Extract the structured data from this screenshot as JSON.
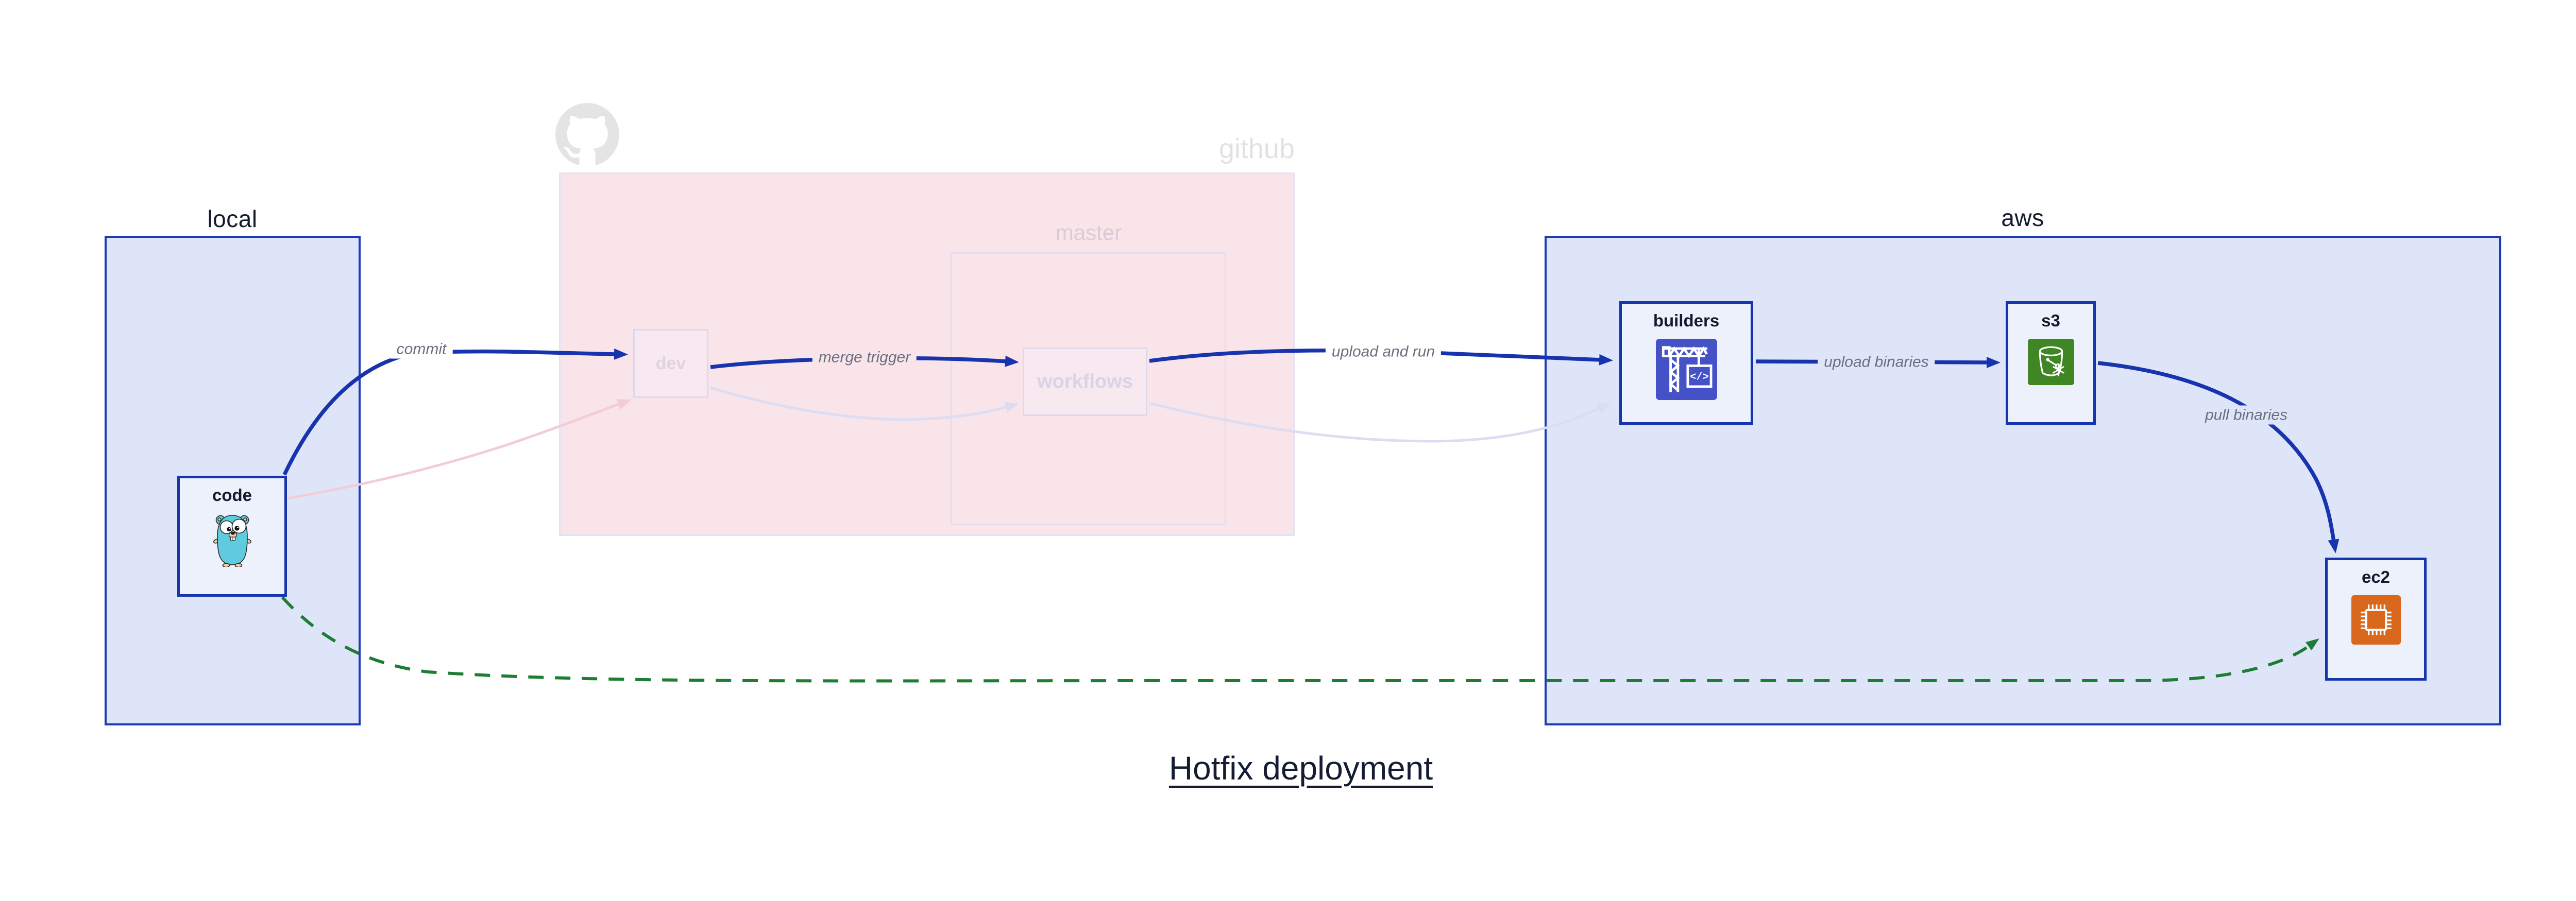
{
  "title": "Hotfix deployment",
  "clusters": {
    "local": {
      "label": "local"
    },
    "github": {
      "label": "github"
    },
    "master": {
      "label": "master"
    },
    "aws": {
      "label": "aws"
    }
  },
  "nodes": {
    "code": {
      "label": "code",
      "icon": "go-gopher"
    },
    "dev": {
      "label": "dev"
    },
    "workflows": {
      "label": "workflows"
    },
    "builders": {
      "label": "builders",
      "icon": "aws-codebuild"
    },
    "s3": {
      "label": "s3",
      "icon": "aws-s3-bucket-snowflake"
    },
    "ec2": {
      "label": "ec2",
      "icon": "aws-ec2-chip"
    }
  },
  "edges": [
    {
      "from": "code",
      "to": "dev",
      "label": "commit",
      "state": "active"
    },
    {
      "from": "dev",
      "to": "workflows",
      "label": "merge trigger",
      "state": "active"
    },
    {
      "from": "workflows",
      "to": "builders",
      "label": "upload and run",
      "state": "active"
    },
    {
      "from": "builders",
      "to": "s3",
      "label": "upload binaries",
      "state": "active"
    },
    {
      "from": "s3",
      "to": "ec2",
      "label": "pull binaries",
      "state": "active"
    },
    {
      "from": "code",
      "to": "dev",
      "label": "",
      "state": "faded"
    },
    {
      "from": "dev",
      "to": "workflows",
      "label": "",
      "state": "faded"
    },
    {
      "from": "workflows",
      "to": "builders",
      "label": "",
      "state": "faded"
    },
    {
      "from": "code",
      "to": "ec2",
      "label": "",
      "state": "hotfix-dashed"
    }
  ],
  "icons": {
    "codebuild_glyph": "</>"
  },
  "colors": {
    "edge_active_blue": "#1733ad",
    "edge_faded_pink": "#f3ccd8",
    "edge_faded_lavender": "#dcddf3",
    "edge_hotfix_green": "#1d7d33",
    "blue_container_fill": "#dfe5f9",
    "blue_container_border": "#1b3ab5",
    "node_fill": "#edf1fc",
    "node_border": "#1535ae",
    "github_container_fill": "#f9e4ea",
    "github_container_border": "#e0e3f5",
    "master_border": "#e3ddf0",
    "pink_node_fill": "#f8e8f0",
    "pink_node_border": "#dcd8ee",
    "faded_text_gray": "#e2e2e2",
    "faded_text_mauve": "#d9cbd7",
    "dev_text": "#e0d3de",
    "workflows_text": "#d9d3e7",
    "edge_label_gray": "#6b7080",
    "dark_label": "#131a2e",
    "title_navy": "#141b33",
    "codebuild_purple": "#4451c7",
    "s3_green": "#3f8624",
    "ec2_orange": "#d9671c",
    "gopher_teal": "#5fcbde"
  }
}
